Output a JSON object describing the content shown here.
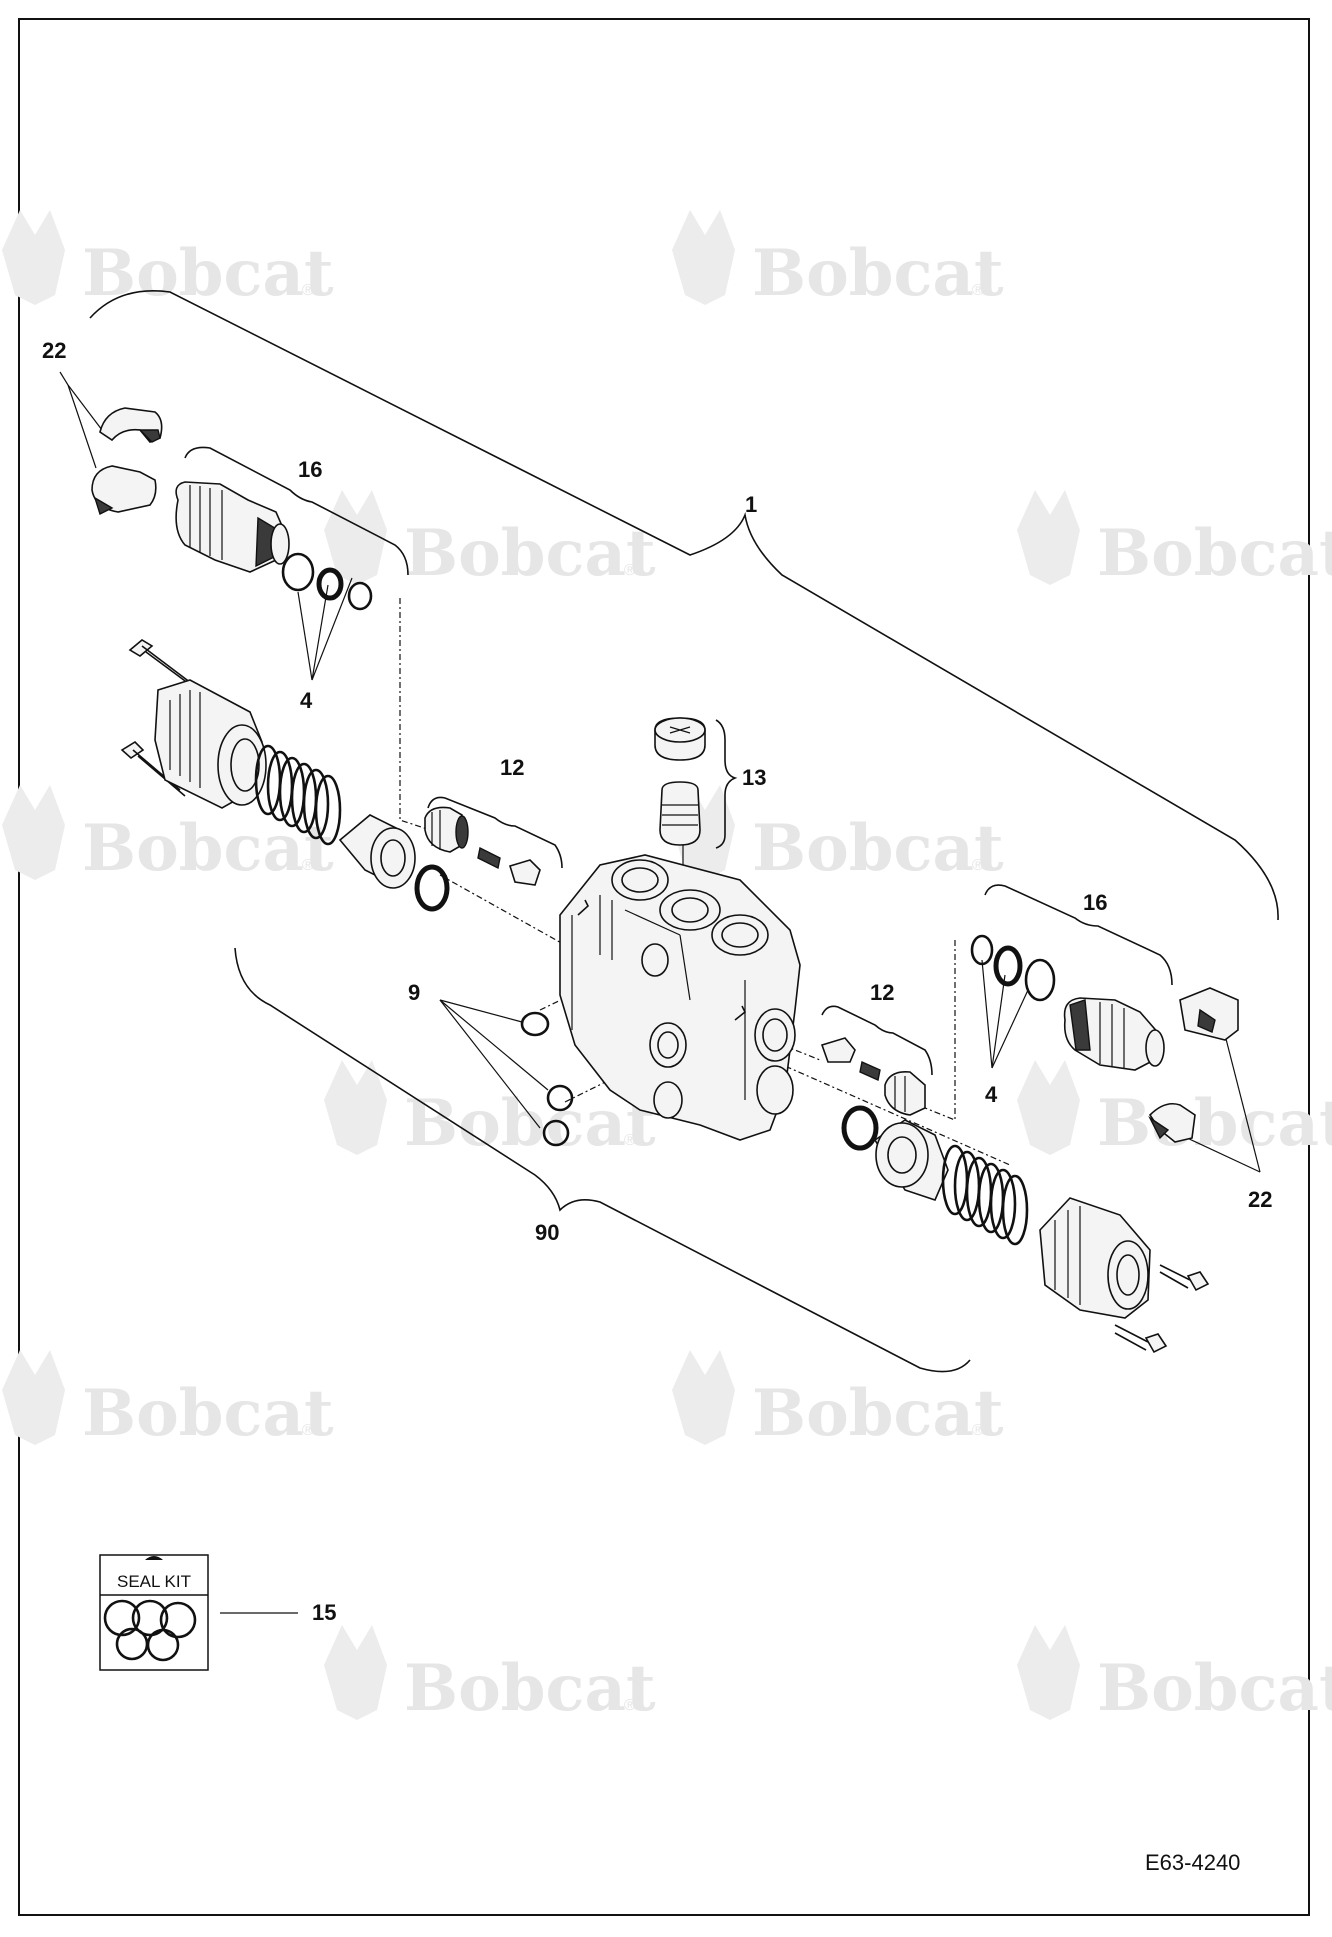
{
  "watermark": {
    "brand": "Bobcat",
    "reg_mark": "®"
  },
  "callouts": {
    "c1": "1",
    "c4_top": "4",
    "c4_right": "4",
    "c9": "9",
    "c12_left": "12",
    "c12_right": "12",
    "c13": "13",
    "c15": "15",
    "c16_left": "16",
    "c16_right": "16",
    "c22_top": "22",
    "c22_bottom": "22",
    "c90": "90"
  },
  "seal_kit": {
    "label": "SEAL KIT"
  },
  "drawing_code": "E63-4240"
}
